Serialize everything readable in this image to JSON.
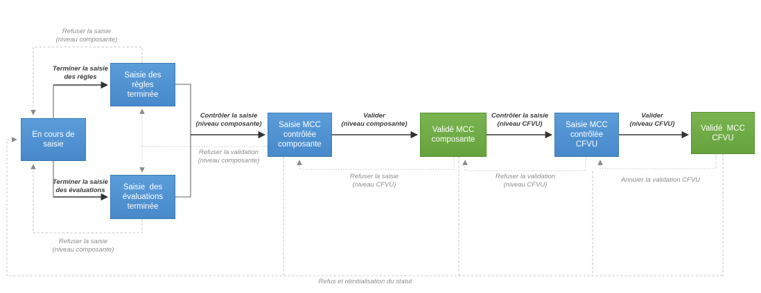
{
  "flowchart": {
    "nodes": {
      "en_cours": {
        "label": "En cours de\nsaisie",
        "color": "blue"
      },
      "regles": {
        "label": "Saisie des\nrègles\nterminée",
        "color": "blue"
      },
      "evaluations": {
        "label": "Saisie  des\névaluations\nterminée",
        "color": "blue"
      },
      "mcc_composante": {
        "label": "Saisie MCC\ncontrôlée\ncomposante",
        "color": "blue"
      },
      "valide_composante": {
        "label": "Validé MCC\ncomposante",
        "color": "green"
      },
      "mcc_cfvu": {
        "label": "Saisie MCC\ncontrôlée\nCFVU",
        "color": "blue"
      },
      "valide_cfvu": {
        "label": "Validé  MCC\nCFVU",
        "color": "green"
      }
    },
    "edge_labels": {
      "refuser_saisie_composante_haut": "Refuser la saisie\n(niveau composante)",
      "terminer_regles": "Terminer la saisie\ndes règles",
      "terminer_evaluations": "Terminer la saisie\ndes évaluations",
      "refuser_saisie_composante_bas": "Refuser la saisie\n(niveau composante)",
      "controler_saisie_composante": "Contrôler la saisie\n(niveau composante)",
      "refuser_validation_composante": "Refuser la validation\n(niveau composante)",
      "valider_composante": "Valider\n(niveau composante)",
      "refuser_saisie_cfvu": "Refuser la saisie\n(niveau CFVU)",
      "controler_saisie_cfvu": "Contrôler la saisie\n(niveau CFVU)",
      "refuser_validation_cfvu": "Refuser la validation\n(niveau CFVU)",
      "valider_cfvu": "Valider\n(niveau CFVU)",
      "annuler_validation_cfvu": "Annuler la validation CFVU",
      "refus_reinitialisation": "Refus et réinitialisation du statut"
    },
    "colors": {
      "node_blue": "#4f94d3",
      "node_blue_border": "#3d7ab8",
      "node_green": "#70ad47",
      "node_green_border": "#578f33",
      "solid_connector": "#808080",
      "main_arrow": "#333333",
      "dashed_connector": "#c6c6c6",
      "label_dark": "#3b3b3b",
      "label_gray": "#8c8c8c"
    }
  }
}
